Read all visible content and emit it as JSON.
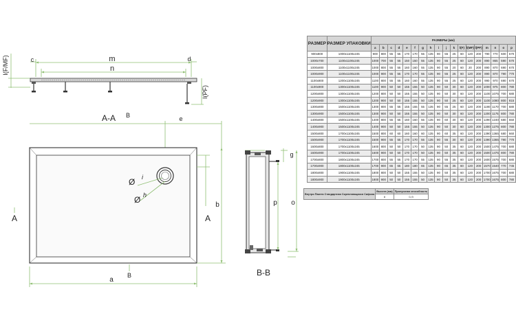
{
  "labels": {
    "section_aa": "A-A",
    "section_bb": "B-B",
    "dim_m": "m",
    "dim_n": "n",
    "dim_c": "c",
    "dim_d": "d",
    "dim_imf": "I(F/MF)",
    "dim_ipf": "I(PF)",
    "dim_b_upper": "B",
    "dim_e": "e",
    "dim_a_left": "A",
    "dim_a_right": "A",
    "dim_b": "b",
    "dim_a": "a",
    "dim_b_lower": "B",
    "dim_phi": "Ø",
    "dim_i": "i",
    "dim_h": "h",
    "dim_g": "g",
    "dim_p": "p",
    "dim_o": "o"
  },
  "spec_table": {
    "col_size": "РАЗМЕР",
    "col_pack": "РАЗМЕР УПАКОВКИ",
    "col_dims": "РАЗМЕРЫ (мм)",
    "letters": [
      "a",
      "b",
      "c",
      "d",
      "e",
      "f",
      "g",
      "h",
      "i",
      "j",
      "k",
      "l(F)",
      "l(MF)",
      "l(PF)",
      "m",
      "n",
      "o",
      "p"
    ],
    "rows": [
      [
        "900x800",
        "1000x1100x245",
        "900",
        "800",
        "55",
        "55",
        "170",
        "170",
        "55",
        "135",
        "90",
        "55",
        "25",
        "60",
        "120",
        "200",
        "790",
        "770",
        "600",
        "670"
      ],
      [
        "1000x700",
        "1100x1100x245",
        "1000",
        "700",
        "55",
        "55",
        "150",
        "150",
        "55",
        "135",
        "90",
        "55",
        "25",
        "60",
        "120",
        "200",
        "890",
        "865",
        "590",
        "570"
      ],
      [
        "1000x800",
        "1100x1100x245",
        "1000",
        "800",
        "55",
        "55",
        "160",
        "160",
        "55",
        "135",
        "90",
        "55",
        "20",
        "60",
        "20",
        "200",
        "890",
        "870",
        "690",
        "670"
      ],
      [
        "1000x900",
        "1100x1100x245",
        "1000",
        "900",
        "55",
        "55",
        "170",
        "170",
        "55",
        "135",
        "90",
        "55",
        "25",
        "60",
        "120",
        "200",
        "890",
        "870",
        "790",
        "770"
      ],
      [
        "1100x800",
        "1200x1100x245",
        "1100",
        "800",
        "55",
        "55",
        "160",
        "160",
        "55",
        "135",
        "90",
        "55",
        "25",
        "60",
        "120",
        "200",
        "990",
        "970",
        "690",
        "670"
      ],
      [
        "1100x900",
        "1300x1100x245",
        "1100",
        "900",
        "50",
        "50",
        "155",
        "155",
        "50",
        "135",
        "90",
        "50",
        "30",
        "60",
        "120",
        "200",
        "1000",
        "975",
        "800",
        "780"
      ],
      [
        "1200x800",
        "1300x1100x245",
        "1200",
        "800",
        "50",
        "50",
        "155",
        "155",
        "50",
        "135",
        "90",
        "50",
        "30",
        "60",
        "120",
        "200",
        "1100",
        "1075",
        "700",
        "680"
      ],
      [
        "1200x900",
        "1300x1100x245",
        "1200",
        "900",
        "50",
        "50",
        "155",
        "155",
        "50",
        "135",
        "90",
        "50",
        "25",
        "60",
        "120",
        "200",
        "1100",
        "1080",
        "800",
        "815"
      ],
      [
        "1300x800",
        "1500x1100x245",
        "1300",
        "800",
        "55",
        "55",
        "155",
        "155",
        "55",
        "135",
        "90",
        "55",
        "25",
        "60",
        "120",
        "200",
        "1190",
        "1170",
        "700",
        "680"
      ],
      [
        "1300x900",
        "1500x1100x245",
        "1300",
        "900",
        "50",
        "50",
        "155",
        "155",
        "50",
        "135",
        "90",
        "50",
        "30",
        "60",
        "120",
        "200",
        "1200",
        "1175",
        "800",
        "780"
      ],
      [
        "1400x800",
        "1500x1100x245",
        "1400",
        "800",
        "55",
        "55",
        "160",
        "160",
        "55",
        "135",
        "90",
        "60",
        "30",
        "60",
        "120",
        "200",
        "1290",
        "1240",
        "680",
        "650"
      ],
      [
        "1400x900",
        "1500x1100x245",
        "1400",
        "900",
        "50",
        "50",
        "155",
        "155",
        "50",
        "135",
        "90",
        "50",
        "30",
        "60",
        "120",
        "200",
        "1300",
        "1275",
        "800",
        "780"
      ],
      [
        "1500x800",
        "1700x1100x245",
        "1500",
        "800",
        "60",
        "60",
        "160",
        "160",
        "60",
        "135",
        "90",
        "60",
        "35",
        "60",
        "120",
        "200",
        "1390",
        "1365",
        "680",
        "660"
      ],
      [
        "1500x900",
        "1700x1100x245",
        "1500",
        "900",
        "55",
        "55",
        "170",
        "170",
        "55",
        "135",
        "90",
        "55",
        "30",
        "60",
        "120",
        "200",
        "1390",
        "1365",
        "790",
        "770"
      ],
      [
        "1600x800",
        "1700x1100x245",
        "1600",
        "800",
        "50",
        "50",
        "170",
        "170",
        "50",
        "135",
        "90",
        "50",
        "35",
        "60",
        "120",
        "200",
        "1500",
        "1475",
        "700",
        "680"
      ],
      [
        "1600x900",
        "1700x1100x245",
        "1600",
        "900",
        "50",
        "50",
        "170",
        "170",
        "50",
        "135",
        "90",
        "50",
        "35",
        "60",
        "120",
        "200",
        "1500",
        "1475",
        "800",
        "780"
      ],
      [
        "1700x800",
        "1800x1100x245",
        "1700",
        "800",
        "55",
        "55",
        "170",
        "170",
        "55",
        "135",
        "90",
        "55",
        "35",
        "60",
        "120",
        "200",
        "1600",
        "1575",
        "700",
        "680"
      ],
      [
        "1700x900",
        "1800x1100x245",
        "1700",
        "900",
        "65",
        "65",
        "180",
        "180",
        "65",
        "135",
        "90",
        "65",
        "35",
        "60",
        "120",
        "200",
        "1570",
        "1540",
        "770",
        "745"
      ],
      [
        "1800x800",
        "1900x1100x245",
        "1800",
        "800",
        "50",
        "50",
        "155",
        "155",
        "50",
        "135",
        "90",
        "50",
        "35",
        "60",
        "120",
        "200",
        "1700",
        "1675",
        "700",
        "680"
      ],
      [
        "1800x900",
        "1900x1100x245",
        "1800",
        "900",
        "50",
        "50",
        "155",
        "155",
        "50",
        "135",
        "90",
        "50",
        "35",
        "60",
        "120",
        "200",
        "1700",
        "1675",
        "800",
        "780"
      ]
    ]
  },
  "info_table": {
    "row_label": "Внутри Пакета Стандартная Скрепляющаяся Сифона",
    "col_height": "Высота (мм)",
    "col_capacity": "Пропускная способность",
    "height_value": "8",
    "capacity_value": "0,/3"
  }
}
